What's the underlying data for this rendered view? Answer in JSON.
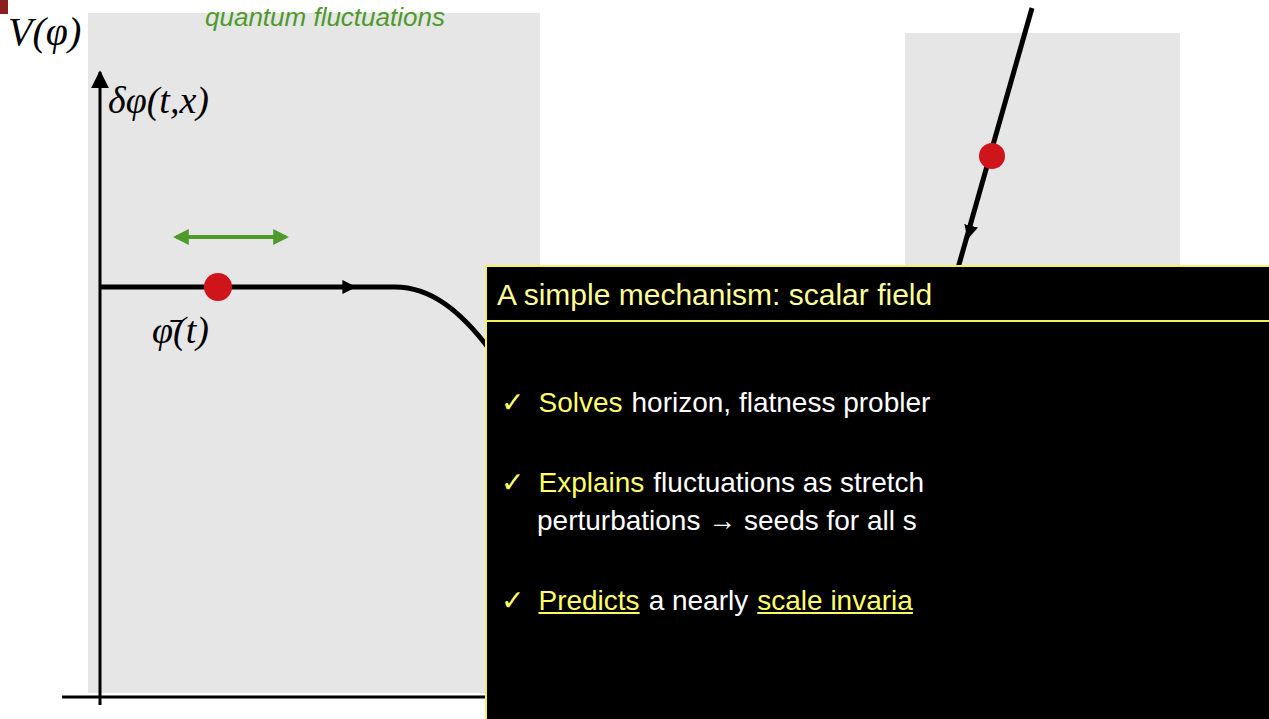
{
  "diagram": {
    "nodes": [
      {
        "text": [
          "A simple mechanism: scalar field",
          "✓",
          "Solves",
          "horizon, flatness probler",
          "✓",
          "Explains",
          "fluctuations as stretch",
          "perturbations → seeds for all s",
          "✓",
          "Predicts",
          "a nearly",
          "scale invaria"
        ]
      }
    ],
    "labels": [
      "V(φ)",
      "quantum fluctuations",
      "δφ(t,x)",
      "φ̄(t)"
    ]
  }
}
